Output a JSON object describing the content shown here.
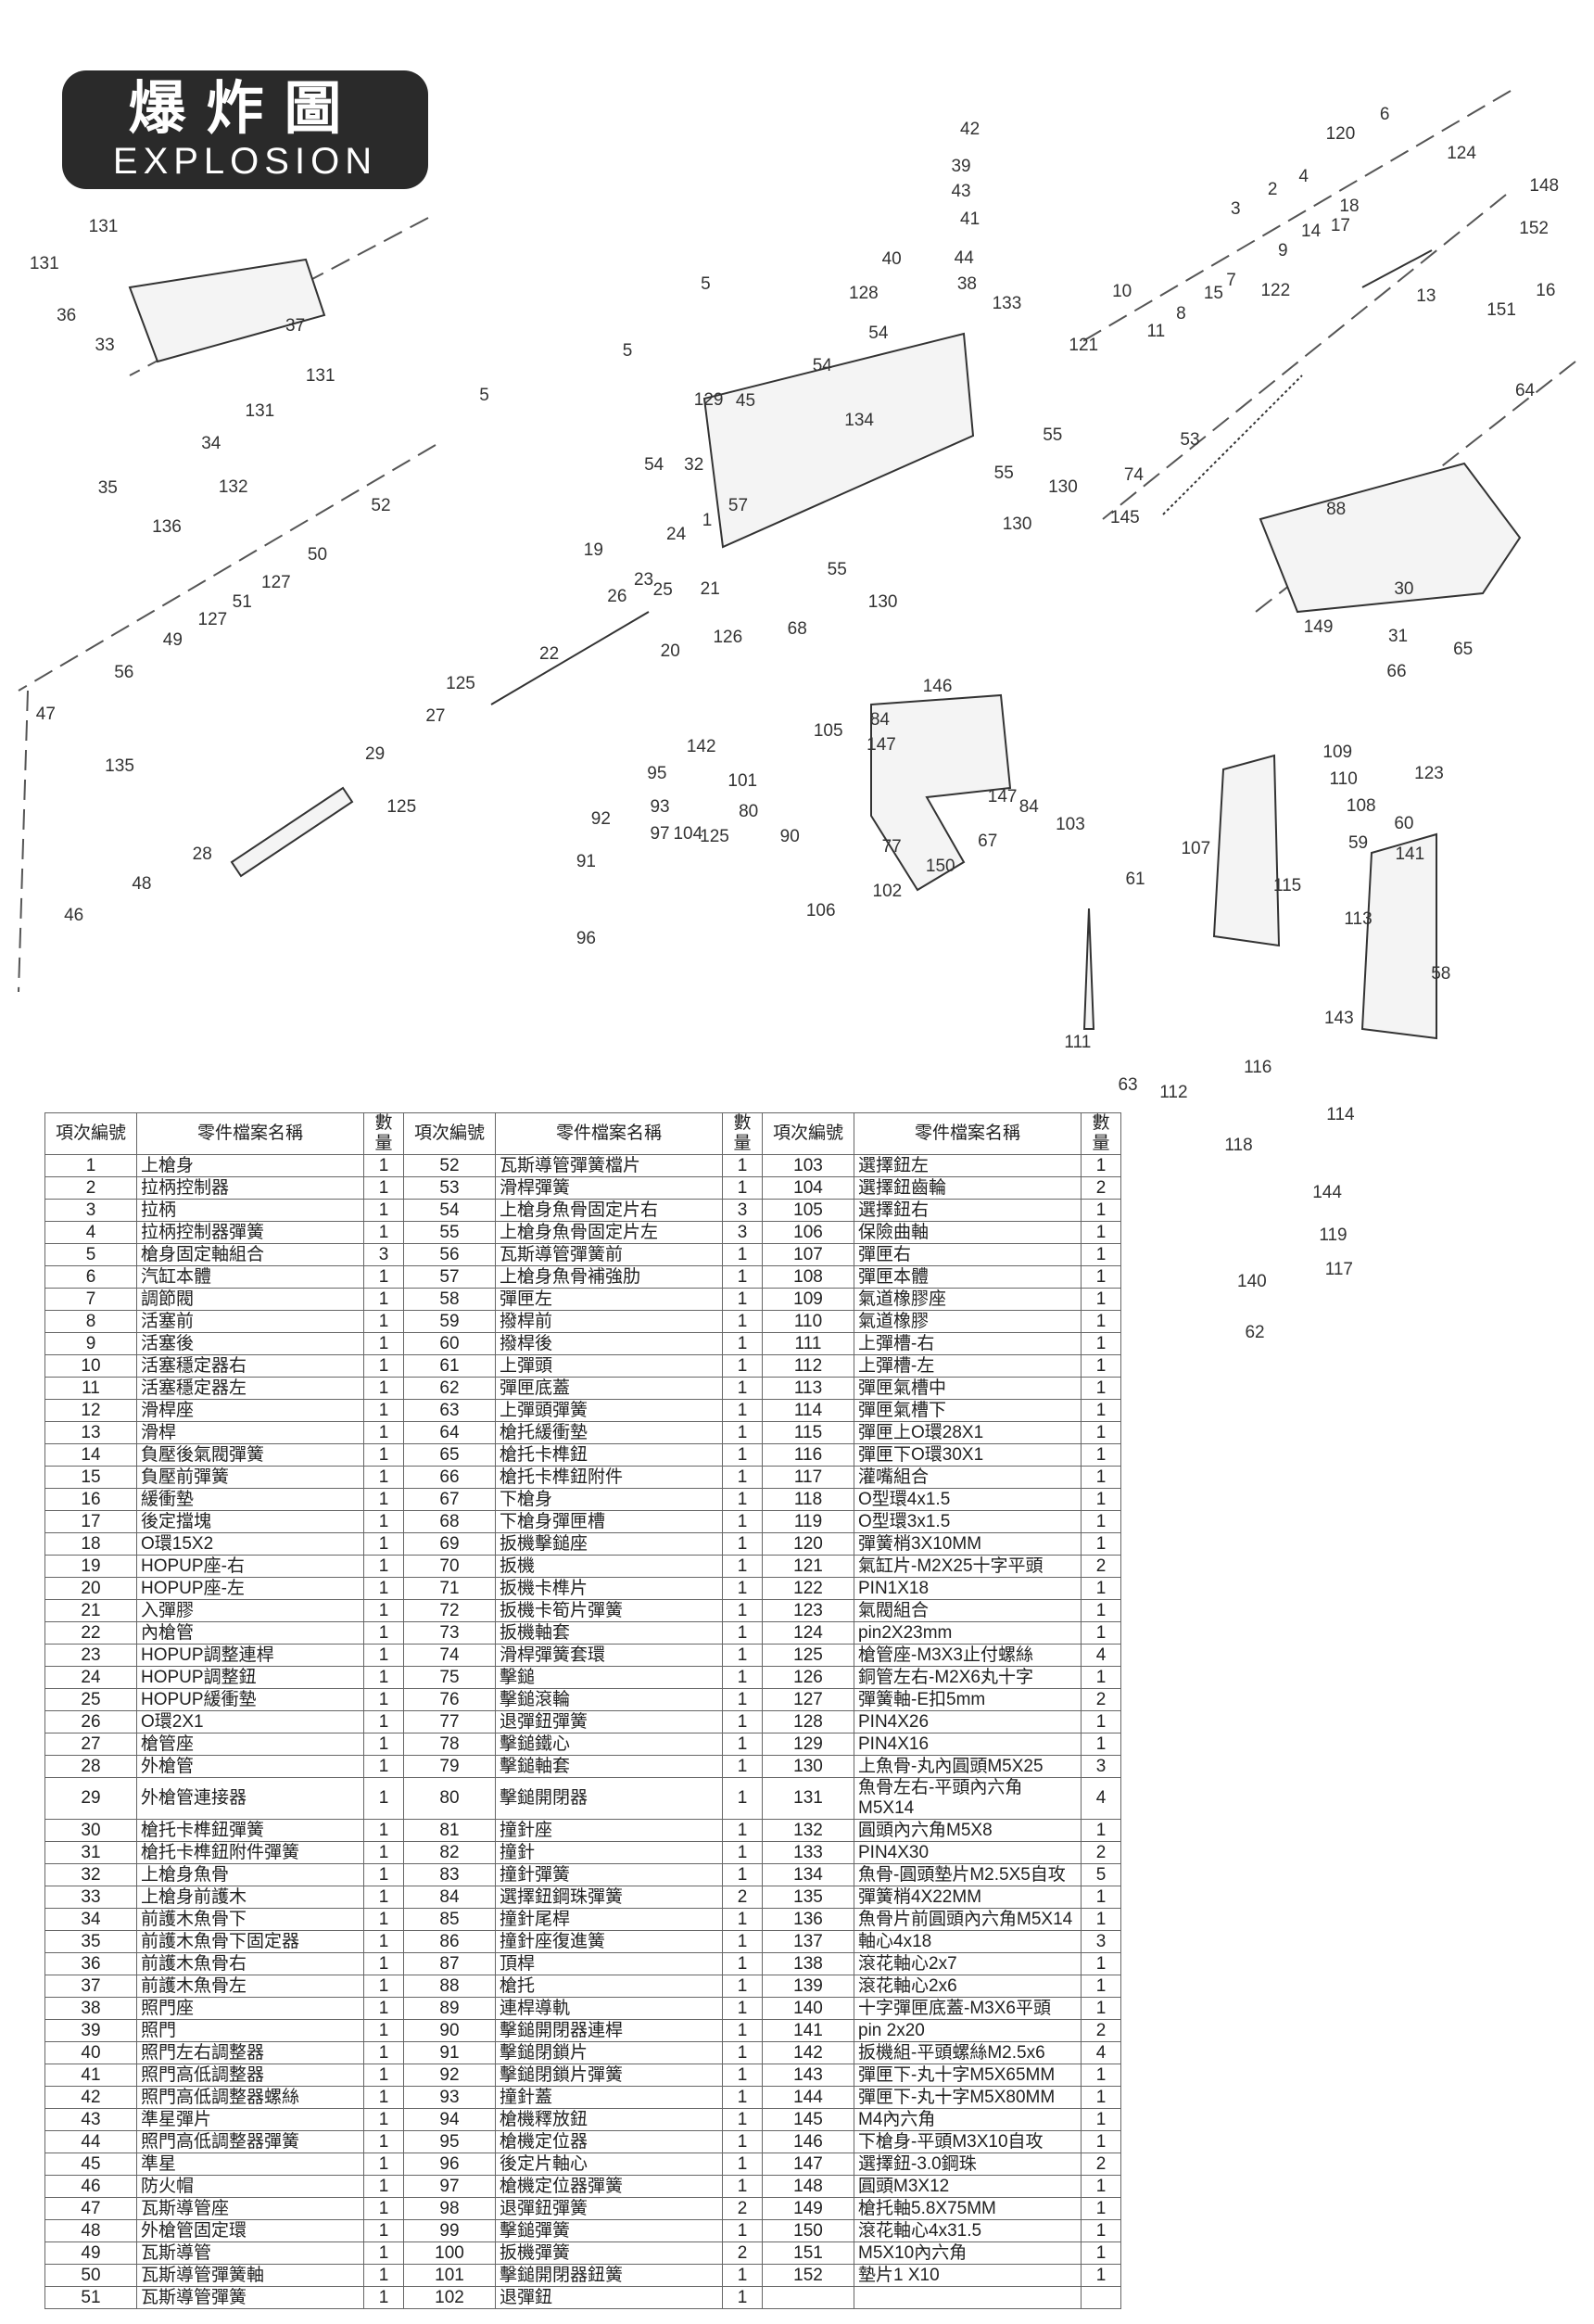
{
  "title": {
    "zh": "爆炸圖",
    "en": "EXPLOSION"
  },
  "callouts": [
    "42",
    "39",
    "43",
    "41",
    "40",
    "44",
    "38",
    "128",
    "133",
    "5",
    "5",
    "5",
    "54",
    "54",
    "129",
    "45",
    "134",
    "54",
    "32",
    "55",
    "55",
    "130",
    "130",
    "57",
    "1",
    "24",
    "19",
    "23",
    "26",
    "25",
    "21",
    "55",
    "130",
    "20",
    "126",
    "22",
    "68",
    "146",
    "105",
    "84",
    "147",
    "125",
    "27",
    "29",
    "125",
    "142",
    "95",
    "101",
    "93",
    "80",
    "92",
    "97",
    "104",
    "125",
    "90",
    "91",
    "147",
    "84",
    "103",
    "77",
    "67",
    "150",
    "102",
    "106",
    "96",
    "111",
    "63",
    "112",
    "61",
    "107",
    "109",
    "110",
    "123",
    "108",
    "60",
    "59",
    "141",
    "115",
    "113",
    "58",
    "143",
    "116",
    "114",
    "118",
    "144",
    "119",
    "117",
    "140",
    "62",
    "131",
    "131",
    "36",
    "33",
    "37",
    "131",
    "131",
    "34",
    "35",
    "132",
    "136",
    "52",
    "50",
    "127",
    "51",
    "127",
    "49",
    "56",
    "47",
    "135",
    "28",
    "48",
    "46",
    "6",
    "120",
    "124",
    "3",
    "2",
    "4",
    "18",
    "14",
    "17",
    "9",
    "7",
    "15",
    "122",
    "10",
    "8",
    "11",
    "121",
    "148",
    "152",
    "16",
    "13",
    "151",
    "64",
    "53",
    "74",
    "145",
    "88",
    "30",
    "149",
    "31",
    "65",
    "66"
  ],
  "table": {
    "headers": {
      "num": "項次編號",
      "name": "零件檔案名稱",
      "qty": "數量"
    },
    "groups": [
      [
        [
          "1",
          "上槍身",
          "1"
        ],
        [
          "2",
          "拉柄控制器",
          "1"
        ],
        [
          "3",
          "拉柄",
          "1"
        ],
        [
          "4",
          "拉柄控制器彈簧",
          "1"
        ],
        [
          "5",
          "槍身固定軸組合",
          "3"
        ],
        [
          "6",
          "汽缸本體",
          "1"
        ],
        [
          "7",
          "調節閥",
          "1"
        ],
        [
          "8",
          "活塞前",
          "1"
        ],
        [
          "9",
          "活塞後",
          "1"
        ],
        [
          "10",
          "活塞穩定器右",
          "1"
        ],
        [
          "11",
          "活塞穩定器左",
          "1"
        ],
        [
          "12",
          "滑桿座",
          "1"
        ],
        [
          "13",
          "滑桿",
          "1"
        ],
        [
          "14",
          "負壓後氣閥彈簧",
          "1"
        ],
        [
          "15",
          "負壓前彈簧",
          "1"
        ],
        [
          "16",
          "緩衝墊",
          "1"
        ],
        [
          "17",
          "後定擋塊",
          "1"
        ],
        [
          "18",
          "O環15X2",
          "1"
        ],
        [
          "19",
          "HOPUP座-右",
          "1"
        ],
        [
          "20",
          "HOPUP座-左",
          "1"
        ],
        [
          "21",
          "入彈膠",
          "1"
        ],
        [
          "22",
          "內槍管",
          "1"
        ],
        [
          "23",
          "HOPUP調整連桿",
          "1"
        ],
        [
          "24",
          "HOPUP調整鈕",
          "1"
        ],
        [
          "25",
          "HOPUP緩衝墊",
          "1"
        ],
        [
          "26",
          "O環2X1",
          "1"
        ],
        [
          "27",
          "槍管座",
          "1"
        ],
        [
          "28",
          "外槍管",
          "1"
        ],
        [
          "29",
          "外槍管連接器",
          "1"
        ],
        [
          "30",
          "槍托卡榫鈕彈簧",
          "1"
        ],
        [
          "31",
          "槍托卡榫鈕附件彈簧",
          "1"
        ],
        [
          "32",
          "上槍身魚骨",
          "1"
        ],
        [
          "33",
          "上槍身前護木",
          "1"
        ],
        [
          "34",
          "前護木魚骨下",
          "1"
        ],
        [
          "35",
          "前護木魚骨下固定器",
          "1"
        ],
        [
          "36",
          "前護木魚骨右",
          "1"
        ],
        [
          "37",
          "前護木魚骨左",
          "1"
        ],
        [
          "38",
          "照門座",
          "1"
        ],
        [
          "39",
          "照門",
          "1"
        ],
        [
          "40",
          "照門左右調整器",
          "1"
        ],
        [
          "41",
          "照門高低調整器",
          "1"
        ],
        [
          "42",
          "照門高低調整器螺絲",
          "1"
        ],
        [
          "43",
          "準星彈片",
          "1"
        ],
        [
          "44",
          "照門高低調整器彈簧",
          "1"
        ],
        [
          "45",
          "準星",
          "1"
        ],
        [
          "46",
          "防火帽",
          "1"
        ],
        [
          "47",
          "瓦斯導管座",
          "1"
        ],
        [
          "48",
          "外槍管固定環",
          "1"
        ],
        [
          "49",
          "瓦斯導管",
          "1"
        ],
        [
          "50",
          "瓦斯導管彈簧軸",
          "1"
        ],
        [
          "51",
          "瓦斯導管彈簧",
          "1"
        ]
      ],
      [
        [
          "52",
          "瓦斯導管彈簧檔片",
          "1"
        ],
        [
          "53",
          "滑桿彈簧",
          "1"
        ],
        [
          "54",
          "上槍身魚骨固定片右",
          "3"
        ],
        [
          "55",
          "上槍身魚骨固定片左",
          "3"
        ],
        [
          "56",
          "瓦斯導管彈簧前",
          "1"
        ],
        [
          "57",
          "上槍身魚骨補強肋",
          "1"
        ],
        [
          "58",
          "彈匣左",
          "1"
        ],
        [
          "59",
          "撥桿前",
          "1"
        ],
        [
          "60",
          "撥桿後",
          "1"
        ],
        [
          "61",
          "上彈頭",
          "1"
        ],
        [
          "62",
          "彈匣底蓋",
          "1"
        ],
        [
          "63",
          "上彈頭彈簧",
          "1"
        ],
        [
          "64",
          "槍托緩衝墊",
          "1"
        ],
        [
          "65",
          "槍托卡榫鈕",
          "1"
        ],
        [
          "66",
          "槍托卡榫鈕附件",
          "1"
        ],
        [
          "67",
          "下槍身",
          "1"
        ],
        [
          "68",
          "下槍身彈匣槽",
          "1"
        ],
        [
          "69",
          "扳機擊鎚座",
          "1"
        ],
        [
          "70",
          "扳機",
          "1"
        ],
        [
          "71",
          "扳機卡榫片",
          "1"
        ],
        [
          "72",
          "扳機卡筍片彈簧",
          "1"
        ],
        [
          "73",
          "扳機軸套",
          "1"
        ],
        [
          "74",
          "滑桿彈簧套環",
          "1"
        ],
        [
          "75",
          "擊鎚",
          "1"
        ],
        [
          "76",
          "擊鎚滾輪",
          "1"
        ],
        [
          "77",
          "退彈鈕彈簧",
          "1"
        ],
        [
          "78",
          "擊鎚鐵心",
          "1"
        ],
        [
          "79",
          "擊鎚軸套",
          "1"
        ],
        [
          "80",
          "擊鎚開閉器",
          "1"
        ],
        [
          "81",
          "撞針座",
          "1"
        ],
        [
          "82",
          "撞針",
          "1"
        ],
        [
          "83",
          "撞針彈簧",
          "1"
        ],
        [
          "84",
          "選擇鈕鋼珠彈簧",
          "2"
        ],
        [
          "85",
          "撞針尾桿",
          "1"
        ],
        [
          "86",
          "撞針座復進簧",
          "1"
        ],
        [
          "87",
          "頂桿",
          "1"
        ],
        [
          "88",
          "槍托",
          "1"
        ],
        [
          "89",
          "連桿導軌",
          "1"
        ],
        [
          "90",
          "擊鎚開閉器連桿",
          "1"
        ],
        [
          "91",
          "擊鎚閉鎖片",
          "1"
        ],
        [
          "92",
          "擊鎚閉鎖片彈簧",
          "1"
        ],
        [
          "93",
          "撞針蓋",
          "1"
        ],
        [
          "94",
          "槍機釋放鈕",
          "1"
        ],
        [
          "95",
          "槍機定位器",
          "1"
        ],
        [
          "96",
          "後定片軸心",
          "1"
        ],
        [
          "97",
          "槍機定位器彈簧",
          "1"
        ],
        [
          "98",
          "退彈鈕彈簧",
          "2"
        ],
        [
          "99",
          "擊鎚彈簧",
          "1"
        ],
        [
          "100",
          "扳機彈簧",
          "2"
        ],
        [
          "101",
          "擊鎚開閉器鈕簧",
          "1"
        ],
        [
          "102",
          "退彈鈕",
          "1"
        ]
      ],
      [
        [
          "103",
          "選擇鈕左",
          "1"
        ],
        [
          "104",
          "選擇鈕齒輪",
          "2"
        ],
        [
          "105",
          "選擇鈕右",
          "1"
        ],
        [
          "106",
          "保險曲軸",
          "1"
        ],
        [
          "107",
          "彈匣右",
          "1"
        ],
        [
          "108",
          "彈匣本體",
          "1"
        ],
        [
          "109",
          "氣道橡膠座",
          "1"
        ],
        [
          "110",
          "氣道橡膠",
          "1"
        ],
        [
          "111",
          "上彈槽-右",
          "1"
        ],
        [
          "112",
          "上彈槽-左",
          "1"
        ],
        [
          "113",
          "彈匣氣槽中",
          "1"
        ],
        [
          "114",
          "彈匣氣槽下",
          "1"
        ],
        [
          "115",
          "彈匣上O環28X1",
          "1"
        ],
        [
          "116",
          "彈匣下O環30X1",
          "1"
        ],
        [
          "117",
          "灌嘴組合",
          "1"
        ],
        [
          "118",
          "O型環4x1.5",
          "1"
        ],
        [
          "119",
          "O型環3x1.5",
          "1"
        ],
        [
          "120",
          "彈簧梢3X10MM",
          "1"
        ],
        [
          "121",
          "氣缸片-M2X25十字平頭",
          "2"
        ],
        [
          "122",
          "PIN1X18",
          "1"
        ],
        [
          "123",
          "氣閥組合",
          "1"
        ],
        [
          "124",
          "pin2X23mm",
          "1"
        ],
        [
          "125",
          "槍管座-M3X3止付螺絲",
          "4"
        ],
        [
          "126",
          "銅管左右-M2X6丸十字",
          "1"
        ],
        [
          "127",
          "彈簧軸-E扣5mm",
          "2"
        ],
        [
          "128",
          "PIN4X26",
          "1"
        ],
        [
          "129",
          "PIN4X16",
          "1"
        ],
        [
          "130",
          "上魚骨-丸內圓頭M5X25",
          "3"
        ],
        [
          "131",
          "魚骨左右-平頭內六角M5X14",
          "4"
        ],
        [
          "132",
          "圓頭內六角M5X8",
          "1"
        ],
        [
          "133",
          "PIN4X30",
          "2"
        ],
        [
          "134",
          "魚骨-圓頭墊片M2.5X5自攻",
          "5"
        ],
        [
          "135",
          "彈簧梢4X22MM",
          "1"
        ],
        [
          "136",
          "魚骨片前圓頭內六角M5X14",
          "1"
        ],
        [
          "137",
          "軸心4x18",
          "3"
        ],
        [
          "138",
          "滾花軸心2x7",
          "1"
        ],
        [
          "139",
          "滾花軸心2x6",
          "1"
        ],
        [
          "140",
          "十字彈匣底蓋-M3X6平頭",
          "1"
        ],
        [
          "141",
          "pin 2x20",
          "2"
        ],
        [
          "142",
          "扳機組-平頭螺絲M2.5x6",
          "4"
        ],
        [
          "143",
          "彈匣下-丸十字M5X65MM",
          "1"
        ],
        [
          "144",
          "彈匣下-丸十字M5X80MM",
          "1"
        ],
        [
          "145",
          "M4內六角",
          "1"
        ],
        [
          "146",
          "下槍身-平頭M3X10自攻",
          "1"
        ],
        [
          "147",
          "選擇鈕-3.0鋼珠",
          "2"
        ],
        [
          "148",
          "圓頭M3X12",
          "1"
        ],
        [
          "149",
          "槍托軸5.8X75MM",
          "1"
        ],
        [
          "150",
          "滾花軸心4x31.5",
          "1"
        ],
        [
          "151",
          "M5X10內六角",
          "1"
        ],
        [
          "152",
          "墊片1 X10",
          "1"
        ],
        [
          "",
          "",
          ""
        ]
      ]
    ]
  }
}
